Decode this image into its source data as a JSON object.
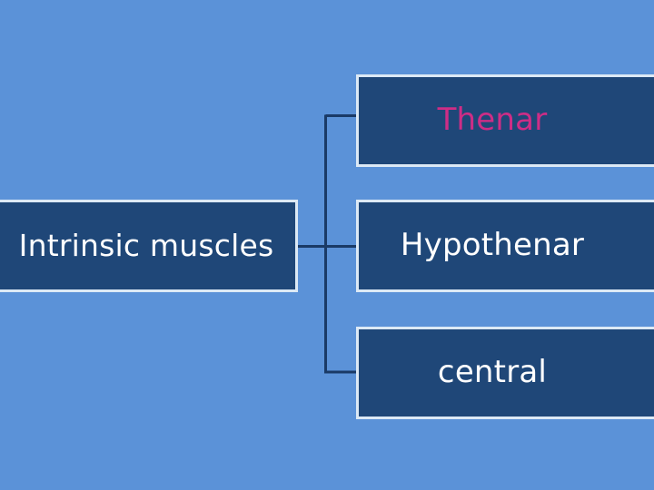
{
  "slide": {
    "background_color": "#5B92D8",
    "type": "hierarchy-diagram"
  },
  "theme": {
    "node_fill": "#1F4778",
    "node_border": "#DCE9F5",
    "connector_color": "#1A3A66",
    "default_text_color": "#FFFFFF",
    "accent_text_color": "#CE2D86"
  },
  "diagram": {
    "root": {
      "label": "Intrinsic muscles",
      "text_color": "#FFFFFF"
    },
    "children": [
      {
        "label": "Thenar",
        "text_color": "#CE2D86"
      },
      {
        "label": "Hypothenar",
        "text_color": "#FFFFFF"
      },
      {
        "label": "central",
        "text_color": "#FFFFFF"
      }
    ]
  }
}
